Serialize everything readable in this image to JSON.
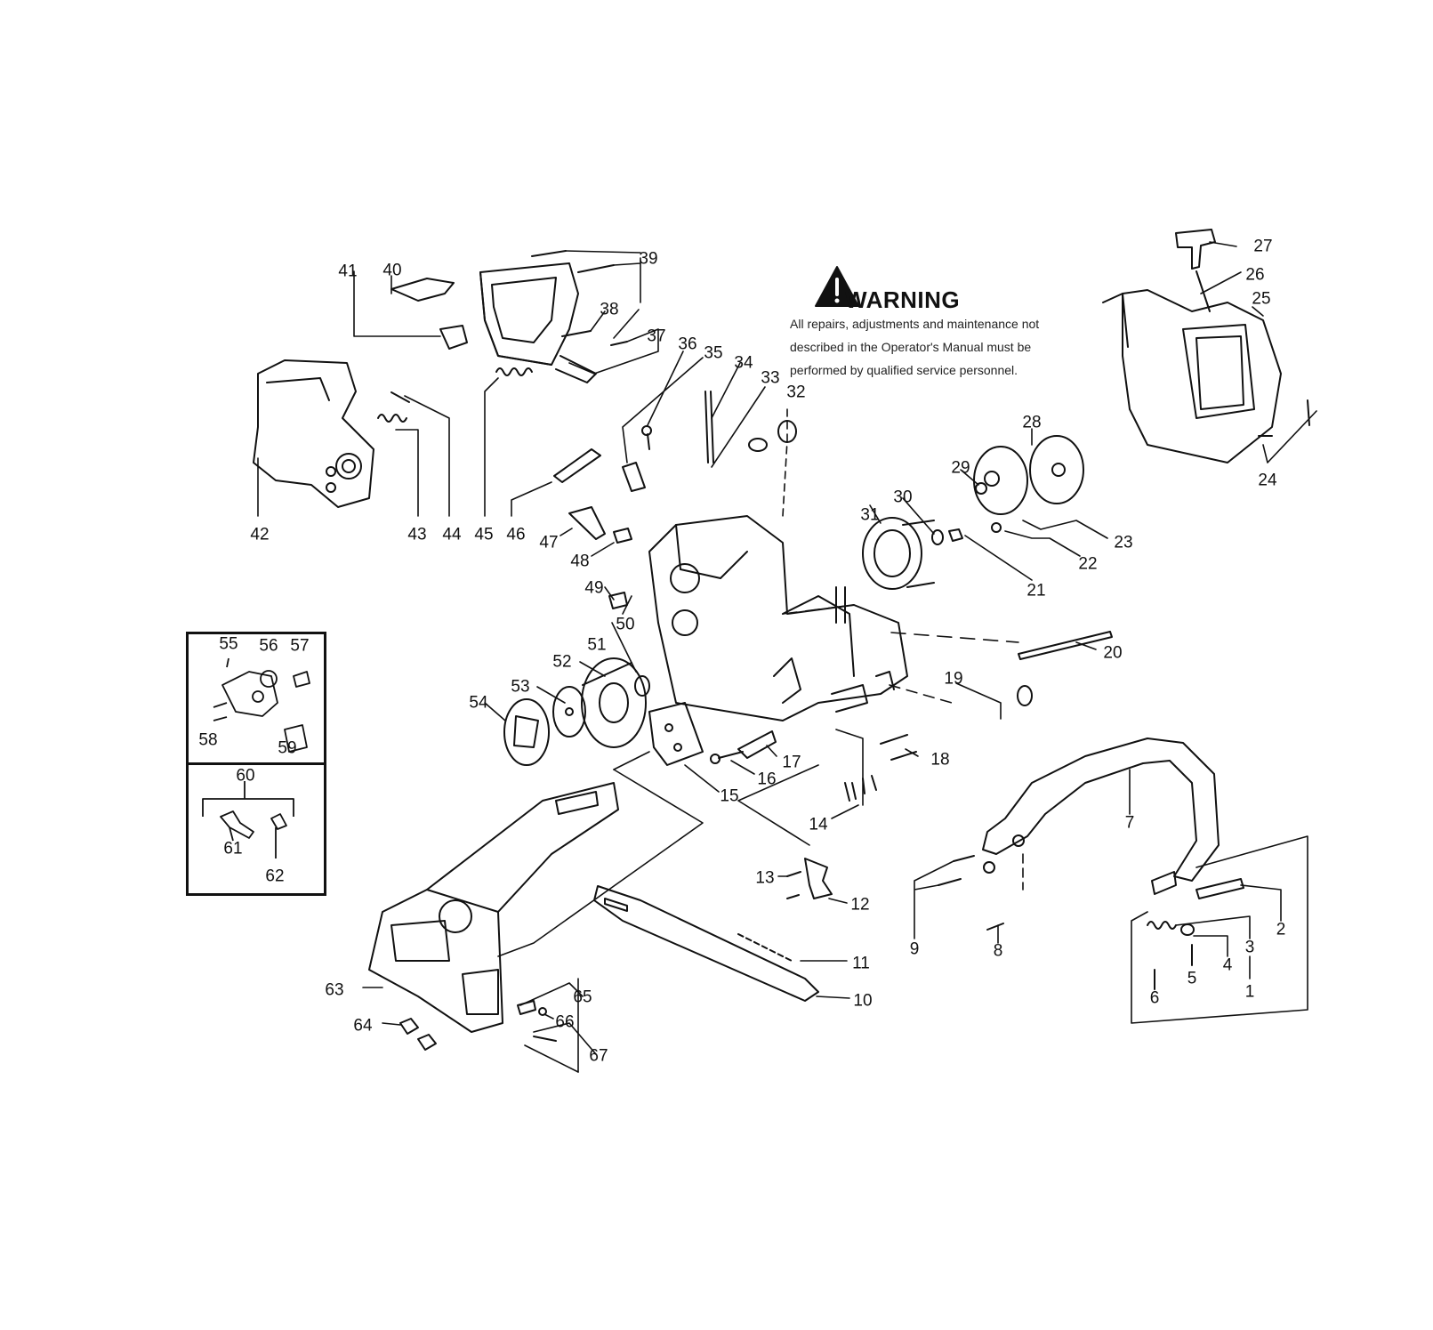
{
  "warning": {
    "title": "WARNING",
    "lines": [
      "All repairs, adjustments and maintenance not",
      "described in the Operator's Manual must be",
      "performed by qualified  service personnel."
    ]
  },
  "callouts": [
    "1",
    "2",
    "3",
    "4",
    "5",
    "6",
    "7",
    "8",
    "9",
    "10",
    "11",
    "12",
    "13",
    "14",
    "15",
    "16",
    "17",
    "18",
    "19",
    "20",
    "21",
    "22",
    "23",
    "24",
    "25",
    "26",
    "27",
    "28",
    "29",
    "30",
    "31",
    "32",
    "33",
    "34",
    "35",
    "36",
    "37",
    "38",
    "39",
    "40",
    "41",
    "42",
    "43",
    "44",
    "45",
    "46",
    "47",
    "48",
    "49",
    "50",
    "51",
    "52",
    "53",
    "54",
    "55",
    "56",
    "57",
    "58",
    "59",
    "60",
    "61",
    "62",
    "63",
    "64",
    "65",
    "66",
    "67"
  ],
  "colors": {
    "ink": "#111111",
    "paper": "#ffffff"
  },
  "icons": {
    "warning": "warning-triangle-icon"
  }
}
